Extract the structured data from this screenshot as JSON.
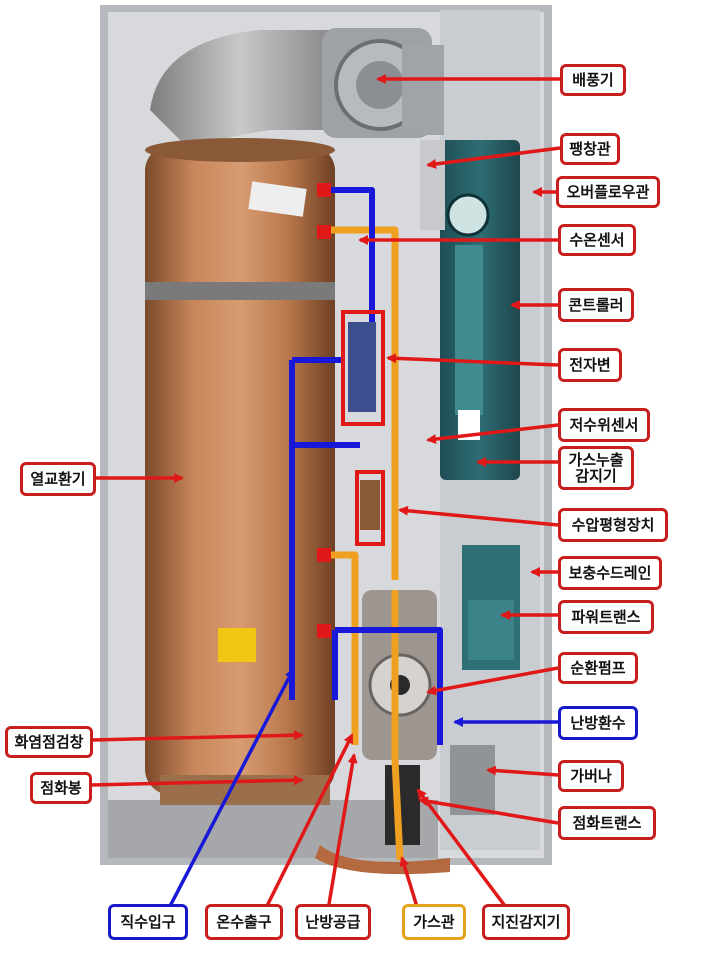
{
  "colors": {
    "label_border_red": "#c81e1e",
    "label_border_blue": "#1818c8",
    "label_border_gold": "#e2a21c",
    "pipe_blue": "#1818d8",
    "pipe_orange": "#f0a020",
    "arrow_red": "#e01818"
  },
  "labels": {
    "fan": "배풍기",
    "expansion_tube": "팽창관",
    "overflow_tube": "오버플로우관",
    "water_temp_sensor": "수온센서",
    "controller": "콘트롤러",
    "solenoid_valve": "전자변",
    "low_water_sensor": "저수위센서",
    "gas_leak_detector": "가스누출\n감지기",
    "pressure_balancer": "수압평형장치",
    "refill_drain": "보충수드레인",
    "power_trans": "파워트랜스",
    "circulation_pump": "순환펌프",
    "heating_return": "난방환수",
    "governor": "가버나",
    "ignition_trans": "점화트랜스",
    "heat_exchanger": "열교환기",
    "flame_window": "화염점검창",
    "ignition_rod": "점화봉",
    "cold_water_inlet": "직수입구",
    "hot_water_outlet": "온수출구",
    "heating_supply": "난방공급",
    "gas_pipe": "가스관",
    "seismic_detector": "지진감지기"
  }
}
